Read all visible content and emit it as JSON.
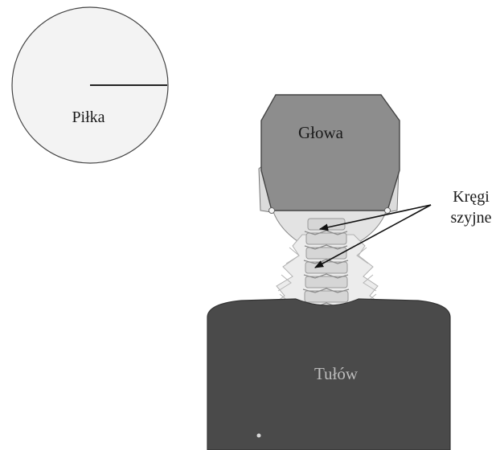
{
  "labels": {
    "ball": "Piłka",
    "head": "Głowa",
    "vertebrae_line1": "Kręgi",
    "vertebrae_line2": "szyjne",
    "torso": "Tułów"
  },
  "colors": {
    "ball_fill": "#f3f3f3",
    "head_fill": "#8d8d8d",
    "jaw_fill": "#e3e3e3",
    "vertebrae": "#bdbdbd",
    "torso_fill": "#4a4a4a",
    "outline": "#555555"
  }
}
